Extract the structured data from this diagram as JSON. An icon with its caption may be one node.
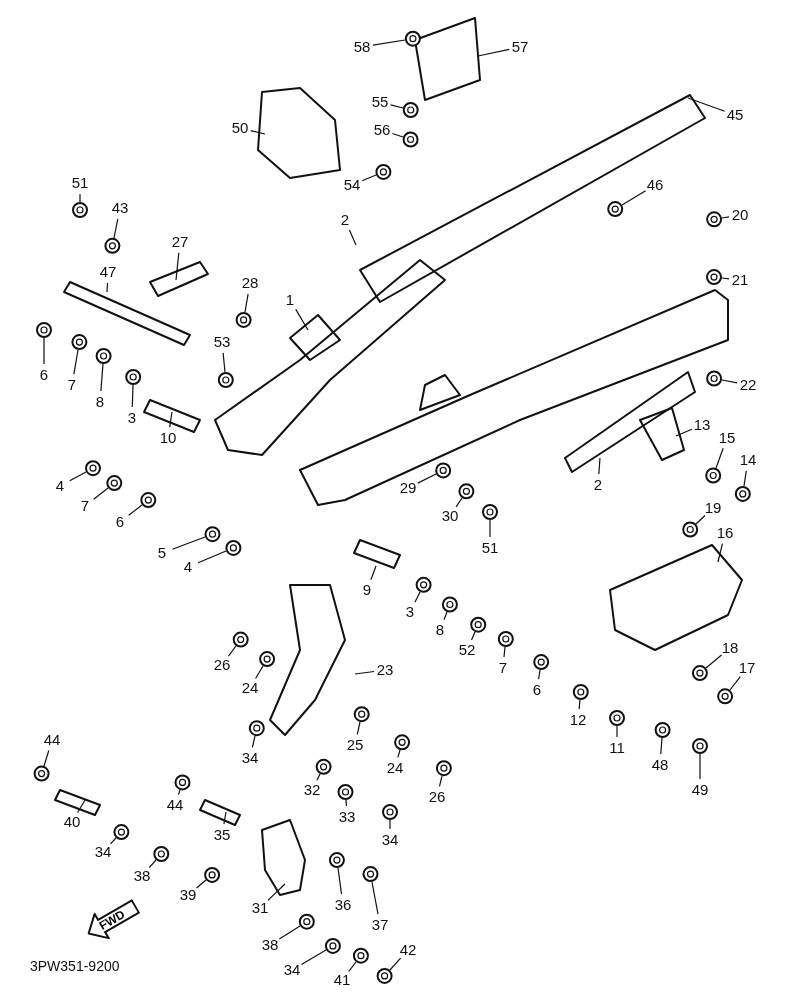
{
  "diagram": {
    "nodes": [
      {
        "text": [
          "58"
        ]
      },
      {
        "text": [
          "57"
        ]
      },
      {
        "text": [
          "55"
        ]
      },
      {
        "text": [
          "56"
        ]
      },
      {
        "text": [
          "45"
        ]
      },
      {
        "text": [
          "50"
        ]
      },
      {
        "text": [
          "51"
        ]
      },
      {
        "text": [
          "54"
        ]
      },
      {
        "text": [
          "46"
        ]
      },
      {
        "text": [
          "43"
        ]
      },
      {
        "text": [
          "27"
        ]
      },
      {
        "text": [
          "20"
        ]
      },
      {
        "text": [
          "2"
        ]
      },
      {
        "text": [
          "21"
        ]
      },
      {
        "text": [
          "47"
        ]
      },
      {
        "text": [
          "28"
        ]
      },
      {
        "text": [
          "1"
        ]
      },
      {
        "text": [
          "53"
        ]
      },
      {
        "text": [
          "6"
        ]
      },
      {
        "text": [
          "7"
        ]
      },
      {
        "text": [
          "8"
        ]
      },
      {
        "text": [
          "3"
        ]
      },
      {
        "text": [
          "10"
        ]
      },
      {
        "text": [
          "22"
        ]
      },
      {
        "text": [
          "13"
        ]
      },
      {
        "text": [
          "15"
        ]
      },
      {
        "text": [
          "14"
        ]
      },
      {
        "text": [
          "2"
        ]
      },
      {
        "text": [
          "4"
        ]
      },
      {
        "text": [
          "7"
        ]
      },
      {
        "text": [
          "6"
        ]
      },
      {
        "text": [
          "29"
        ]
      },
      {
        "text": [
          "30"
        ]
      },
      {
        "text": [
          "51"
        ]
      },
      {
        "text": [
          "19"
        ]
      },
      {
        "text": [
          "16"
        ]
      },
      {
        "text": [
          "5"
        ]
      },
      {
        "text": [
          "4"
        ]
      },
      {
        "text": [
          "9"
        ]
      },
      {
        "text": [
          "3"
        ]
      },
      {
        "text": [
          "8"
        ]
      },
      {
        "text": [
          "52"
        ]
      },
      {
        "text": [
          "7"
        ]
      },
      {
        "text": [
          "6"
        ]
      },
      {
        "text": [
          "12"
        ]
      },
      {
        "text": [
          "11"
        ]
      },
      {
        "text": [
          "26"
        ]
      },
      {
        "text": [
          "24"
        ]
      },
      {
        "text": [
          "23"
        ]
      },
      {
        "text": [
          "18"
        ]
      },
      {
        "text": [
          "17"
        ]
      },
      {
        "text": [
          "48"
        ]
      },
      {
        "text": [
          "49"
        ]
      },
      {
        "text": [
          "34"
        ]
      },
      {
        "text": [
          "25"
        ]
      },
      {
        "text": [
          "24"
        ]
      },
      {
        "text": [
          "26"
        ]
      },
      {
        "text": [
          "44"
        ]
      },
      {
        "text": [
          "44"
        ]
      },
      {
        "text": [
          "40"
        ]
      },
      {
        "text": [
          "35"
        ]
      },
      {
        "text": [
          "32"
        ]
      },
      {
        "text": [
          "33"
        ]
      },
      {
        "text": [
          "34"
        ]
      },
      {
        "text": [
          "34"
        ]
      },
      {
        "text": [
          "38"
        ]
      },
      {
        "text": [
          "39"
        ]
      },
      {
        "text": [
          "31"
        ]
      },
      {
        "text": [
          "36"
        ]
      },
      {
        "text": [
          "37"
        ]
      },
      {
        "text": [
          "38"
        ]
      },
      {
        "text": [
          "34"
        ]
      },
      {
        "text": [
          "41"
        ]
      },
      {
        "text": [
          "42"
        ]
      },
      {
        "text": [
          "FWD"
        ]
      },
      {
        "text": [],
        "shape": "circle"
      },
      {
        "text": [],
        "shape": "circle"
      },
      {
        "text": [],
        "shape": "circle"
      },
      {
        "text": [],
        "shape": "circle"
      },
      {
        "text": [],
        "shape": "circle"
      },
      {
        "text": [],
        "shape": "circle"
      },
      {
        "text": [],
        "shape": "circle"
      },
      {
        "text": [],
        "shape": "circle"
      },
      {
        "text": [],
        "shape": "circle"
      },
      {
        "text": [],
        "shape": "circle"
      },
      {
        "text": [],
        "shape": "circle"
      },
      {
        "text": [],
        "shape": "circle"
      },
      {
        "text": [],
        "shape": "circle"
      },
      {
        "text": [],
        "shape": "circle"
      },
      {
        "text": [],
        "shape": "circle"
      },
      {
        "text": [],
        "shape": "circle"
      },
      {
        "text": [],
        "shape": "circle"
      },
      {
        "text": [],
        "shape": "circle"
      },
      {
        "text": [],
        "shape": "circle"
      },
      {
        "text": [],
        "shape": "circle"
      },
      {
        "text": [],
        "shape": "circle"
      },
      {
        "text": [],
        "shape": "circle"
      },
      {
        "text": [],
        "shape": "circle"
      },
      {
        "text": [],
        "shape": "circle"
      },
      {
        "text": [],
        "shape": "circle"
      },
      {
        "text": [],
        "shape": "circle"
      },
      {
        "text": [],
        "shape": "circle"
      },
      {
        "text": [],
        "shape": "circle"
      },
      {
        "text": [],
        "shape": "circle"
      },
      {
        "text": [],
        "shape": "circle"
      },
      {
        "text": [],
        "shape": "circle"
      },
      {
        "text": [],
        "shape": "circle"
      },
      {
        "text": [],
        "shape": "circle"
      },
      {
        "text": [],
        "shape": "circle"
      },
      {
        "text": [],
        "shape": "circle"
      },
      {
        "text": [],
        "shape": "circle"
      },
      {
        "text": [],
        "shape": "circle"
      },
      {
        "text": [],
        "shape": "circle"
      },
      {
        "text": [],
        "shape": "circle"
      },
      {
        "text": [],
        "shape": "circle"
      },
      {
        "text": [],
        "shape": "circle"
      },
      {
        "text": [],
        "shape": "circle"
      },
      {
        "text": [],
        "shape": "circle"
      },
      {
        "text": [],
        "shape": "circle"
      },
      {
        "text": [],
        "shape": "circle"
      },
      {
        "text": [],
        "shape": "circle"
      },
      {
        "text": [],
        "shape": "circle"
      },
      {
        "text": [],
        "shape": "circle"
      },
      {
        "text": [],
        "shape": "circle"
      },
      {
        "text": [],
        "shape": "circle"
      },
      {
        "text": [],
        "shape": "circle"
      },
      {
        "text": [],
        "shape": "circle"
      },
      {
        "text": [],
        "shape": "circle"
      },
      {
        "text": [],
        "shape": "circle"
      },
      {
        "text": [],
        "shape": "circle"
      },
      {
        "text": [],
        "shape": "circle"
      },
      {
        "text": [],
        "shape": "circle"
      },
      {
        "text": [],
        "shape": "circle"
      }
    ],
    "edges": [
      {
        "from": 0,
        "to": 75,
        "arrow": "none"
      },
      {
        "from": 1,
        "to": null,
        "arrow": "none"
      },
      {
        "from": 2,
        "to": 76,
        "arrow": "none"
      },
      {
        "from": 3,
        "to": 77,
        "arrow": "none"
      },
      {
        "from": 4,
        "to": null,
        "arrow": "none"
      },
      {
        "from": 5,
        "to": null,
        "arrow": "none"
      },
      {
        "from": 6,
        "to": 78,
        "arrow": "none"
      },
      {
        "from": 7,
        "to": 79,
        "arrow": "none"
      },
      {
        "from": 8,
        "to": 80,
        "arrow": "none"
      },
      {
        "from": 9,
        "to": 81,
        "arrow": "none"
      },
      {
        "from": 10,
        "to": null,
        "arrow": "none"
      },
      {
        "from": 11,
        "to": 82,
        "arrow": "none"
      },
      {
        "from": 12,
        "to": null,
        "arrow": "none"
      },
      {
        "from": 13,
        "to": 83,
        "arrow": "none"
      },
      {
        "from": 14,
        "to": null,
        "arrow": "none"
      },
      {
        "from": 15,
        "to": 84,
        "arrow": "none"
      },
      {
        "from": 16,
        "to": null,
        "arrow": "none"
      },
      {
        "from": 17,
        "to": 85,
        "arrow": "none"
      },
      {
        "from": 18,
        "to": 86,
        "arrow": "none"
      },
      {
        "from": 19,
        "to": 87,
        "arrow": "none"
      },
      {
        "from": 20,
        "to": 88,
        "arrow": "none"
      },
      {
        "from": 21,
        "to": 89,
        "arrow": "none"
      },
      {
        "from": 22,
        "to": null,
        "arrow": "none"
      },
      {
        "from": 23,
        "to": 90,
        "arrow": "none"
      },
      {
        "from": 24,
        "to": null,
        "arrow": "none"
      },
      {
        "from": 25,
        "to": 91,
        "arrow": "none"
      },
      {
        "from": 26,
        "to": 92,
        "arrow": "none"
      },
      {
        "from": 27,
        "to": null,
        "arrow": "none"
      },
      {
        "from": 28,
        "to": 93,
        "arrow": "none"
      },
      {
        "from": 29,
        "to": 94,
        "arrow": "none"
      },
      {
        "from": 30,
        "to": 95,
        "arrow": "none"
      },
      {
        "from": 31,
        "to": 96,
        "arrow": "none"
      },
      {
        "from": 32,
        "to": 97,
        "arrow": "none"
      },
      {
        "from": 33,
        "to": 98,
        "arrow": "none"
      },
      {
        "from": 34,
        "to": 99,
        "arrow": "none"
      },
      {
        "from": 35,
        "to": null,
        "arrow": "none"
      },
      {
        "from": 36,
        "to": 100,
        "arrow": "none"
      },
      {
        "from": 37,
        "to": 101,
        "arrow": "none"
      },
      {
        "from": 38,
        "to": null,
        "arrow": "none"
      },
      {
        "from": 39,
        "to": 102,
        "arrow": "none"
      },
      {
        "from": 40,
        "to": 103,
        "arrow": "none"
      },
      {
        "from": 41,
        "to": 104,
        "arrow": "none"
      },
      {
        "from": 42,
        "to": 105,
        "arrow": "none"
      },
      {
        "from": 43,
        "to": 106,
        "arrow": "none"
      },
      {
        "from": 44,
        "to": 107,
        "arrow": "none"
      },
      {
        "from": 45,
        "to": 108,
        "arrow": "none"
      },
      {
        "from": 46,
        "to": 109,
        "arrow": "none"
      },
      {
        "from": 47,
        "to": 110,
        "arrow": "none"
      },
      {
        "from": 48,
        "to": null,
        "arrow": "none"
      },
      {
        "from": 49,
        "to": 111,
        "arrow": "none"
      },
      {
        "from": 50,
        "to": 112,
        "arrow": "none"
      },
      {
        "from": 51,
        "to": 113,
        "arrow": "none"
      },
      {
        "from": 52,
        "to": 114,
        "arrow": "none"
      },
      {
        "from": 53,
        "to": 115,
        "arrow": "none"
      },
      {
        "from": 54,
        "to": 116,
        "arrow": "none"
      },
      {
        "from": 55,
        "to": 117,
        "arrow": "none"
      },
      {
        "from": 56,
        "to": 118,
        "arrow": "none"
      },
      {
        "from": 57,
        "to": 119,
        "arrow": "none"
      },
      {
        "from": 58,
        "to": 120,
        "arrow": "none"
      },
      {
        "from": 59,
        "to": null,
        "arrow": "none"
      },
      {
        "from": 60,
        "to": null,
        "arrow": "none"
      },
      {
        "from": 61,
        "to": 121,
        "arrow": "none"
      },
      {
        "from": 62,
        "to": 122,
        "arrow": "none"
      },
      {
        "from": 63,
        "to": 123,
        "arrow": "none"
      },
      {
        "from": 64,
        "to": 124,
        "arrow": "none"
      },
      {
        "from": 65,
        "to": 125,
        "arrow": "none"
      },
      {
        "from": 66,
        "to": 126,
        "arrow": "none"
      },
      {
        "from": 67,
        "to": null,
        "arrow": "none"
      },
      {
        "from": 68,
        "to": 127,
        "arrow": "none"
      },
      {
        "from": 69,
        "to": 128,
        "arrow": "none"
      },
      {
        "from": 70,
        "to": 129,
        "arrow": "none"
      },
      {
        "from": 71,
        "to": 130,
        "arrow": "none"
      },
      {
        "from": 72,
        "to": 131,
        "arrow": "none"
      },
      {
        "from": 73,
        "to": 132,
        "arrow": "none"
      }
    ],
    "labels": [
      "3PW351-9200"
    ]
  }
}
